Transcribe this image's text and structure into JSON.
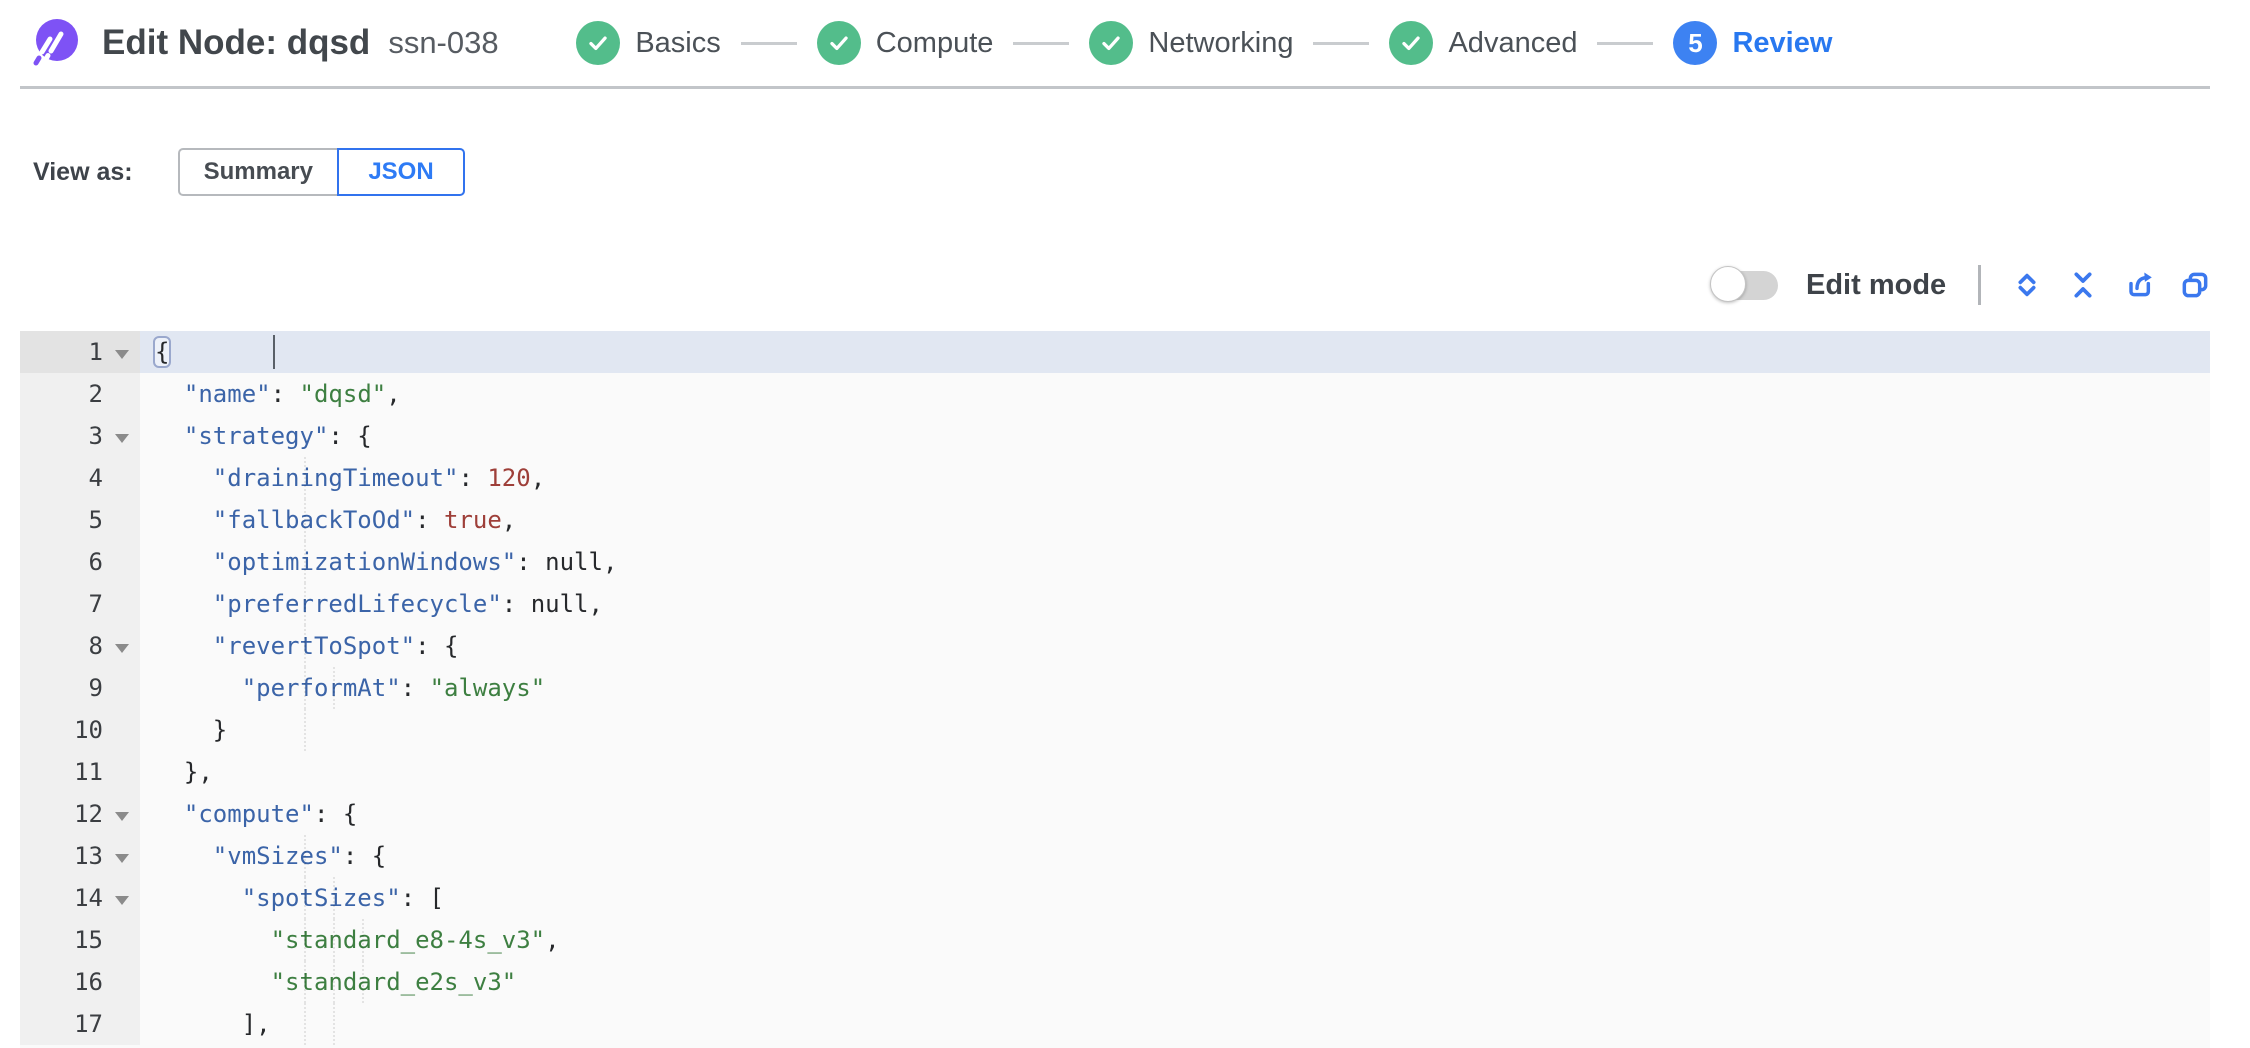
{
  "header": {
    "title": "Edit Node: dqsd",
    "node_id": "ssn-038",
    "steps": [
      {
        "label": "Basics",
        "state": "done"
      },
      {
        "label": "Compute",
        "state": "done"
      },
      {
        "label": "Networking",
        "state": "done"
      },
      {
        "label": "Advanced",
        "state": "done"
      },
      {
        "label": "Review",
        "state": "active",
        "number": "5"
      }
    ]
  },
  "view_as": {
    "label": "View as:",
    "options": [
      {
        "label": "Summary",
        "selected": false
      },
      {
        "label": "JSON",
        "selected": true
      }
    ]
  },
  "toolbar": {
    "edit_mode_label": "Edit mode",
    "edit_mode_on": false,
    "icons": [
      "expand-icon",
      "collapse-icon",
      "export-icon",
      "copy-icon"
    ]
  },
  "colors": {
    "accent_blue": "#3173ee",
    "step_done_green": "#53bd8b",
    "step_active_blue": "#3d82f2",
    "logo_purple": "#7e52f5",
    "editor_bg": "#fafafa",
    "gutter_bg": "#f0f0f0",
    "active_line_bg": "#e1e7f2",
    "key_color": "#3b64a8",
    "string_color": "#3d7f41",
    "number_color": "#9e3f39"
  },
  "editor": {
    "active_line": 1,
    "lines": [
      {
        "num": 1,
        "fold": true,
        "active": true,
        "indent": 0,
        "tokens": [
          [
            "p",
            "{",
            "bx"
          ]
        ]
      },
      {
        "num": 2,
        "fold": false,
        "active": false,
        "indent": 2,
        "tokens": [
          [
            "p",
            "  "
          ],
          [
            "k",
            "\"name\""
          ],
          [
            "p",
            ": "
          ],
          [
            "s",
            "\"dqsd\""
          ],
          [
            "p",
            ","
          ]
        ]
      },
      {
        "num": 3,
        "fold": true,
        "active": false,
        "indent": 2,
        "tokens": [
          [
            "p",
            "  "
          ],
          [
            "k",
            "\"strategy\""
          ],
          [
            "p",
            ": {"
          ]
        ]
      },
      {
        "num": 4,
        "fold": false,
        "active": false,
        "indent": 4,
        "tokens": [
          [
            "p",
            "    "
          ],
          [
            "k",
            "\"drainingTimeout\""
          ],
          [
            "p",
            ": "
          ],
          [
            "n",
            "120"
          ],
          [
            "p",
            ","
          ]
        ]
      },
      {
        "num": 5,
        "fold": false,
        "active": false,
        "indent": 4,
        "tokens": [
          [
            "p",
            "    "
          ],
          [
            "k",
            "\"fallbackToOd\""
          ],
          [
            "p",
            ": "
          ],
          [
            "n",
            "true"
          ],
          [
            "p",
            ","
          ]
        ]
      },
      {
        "num": 6,
        "fold": false,
        "active": false,
        "indent": 4,
        "tokens": [
          [
            "p",
            "    "
          ],
          [
            "k",
            "\"optimizationWindows\""
          ],
          [
            "p",
            ": "
          ],
          [
            "u",
            "null"
          ],
          [
            "p",
            ","
          ]
        ]
      },
      {
        "num": 7,
        "fold": false,
        "active": false,
        "indent": 4,
        "tokens": [
          [
            "p",
            "    "
          ],
          [
            "k",
            "\"preferredLifecycle\""
          ],
          [
            "p",
            ": "
          ],
          [
            "u",
            "null"
          ],
          [
            "p",
            ","
          ]
        ]
      },
      {
        "num": 8,
        "fold": true,
        "active": false,
        "indent": 4,
        "tokens": [
          [
            "p",
            "    "
          ],
          [
            "k",
            "\"revertToSpot\""
          ],
          [
            "p",
            ": {"
          ]
        ]
      },
      {
        "num": 9,
        "fold": false,
        "active": false,
        "indent": 6,
        "tokens": [
          [
            "p",
            "      "
          ],
          [
            "k",
            "\"performAt\""
          ],
          [
            "p",
            ": "
          ],
          [
            "s",
            "\"always\""
          ]
        ]
      },
      {
        "num": 10,
        "fold": false,
        "active": false,
        "indent": 4,
        "tokens": [
          [
            "p",
            "    "
          ],
          [
            "p",
            "}"
          ]
        ]
      },
      {
        "num": 11,
        "fold": false,
        "active": false,
        "indent": 2,
        "tokens": [
          [
            "p",
            "  "
          ],
          [
            "p",
            "},"
          ]
        ]
      },
      {
        "num": 12,
        "fold": true,
        "active": false,
        "indent": 2,
        "tokens": [
          [
            "p",
            "  "
          ],
          [
            "k",
            "\"compute\""
          ],
          [
            "p",
            ": {"
          ]
        ]
      },
      {
        "num": 13,
        "fold": true,
        "active": false,
        "indent": 4,
        "tokens": [
          [
            "p",
            "    "
          ],
          [
            "k",
            "\"vmSizes\""
          ],
          [
            "p",
            ": {"
          ]
        ]
      },
      {
        "num": 14,
        "fold": true,
        "active": false,
        "indent": 6,
        "tokens": [
          [
            "p",
            "      "
          ],
          [
            "k",
            "\"spotSizes\""
          ],
          [
            "p",
            ": ["
          ]
        ]
      },
      {
        "num": 15,
        "fold": false,
        "active": false,
        "indent": 8,
        "tokens": [
          [
            "p",
            "        "
          ],
          [
            "s",
            "\"standard_e8-4s_v3\""
          ],
          [
            "p",
            ","
          ]
        ]
      },
      {
        "num": 16,
        "fold": false,
        "active": false,
        "indent": 8,
        "tokens": [
          [
            "p",
            "        "
          ],
          [
            "s",
            "\"standard_e2s_v3\""
          ]
        ]
      },
      {
        "num": 17,
        "fold": false,
        "active": false,
        "indent": 6,
        "tokens": [
          [
            "p",
            "      "
          ],
          [
            "p",
            "],"
          ]
        ]
      }
    ]
  }
}
